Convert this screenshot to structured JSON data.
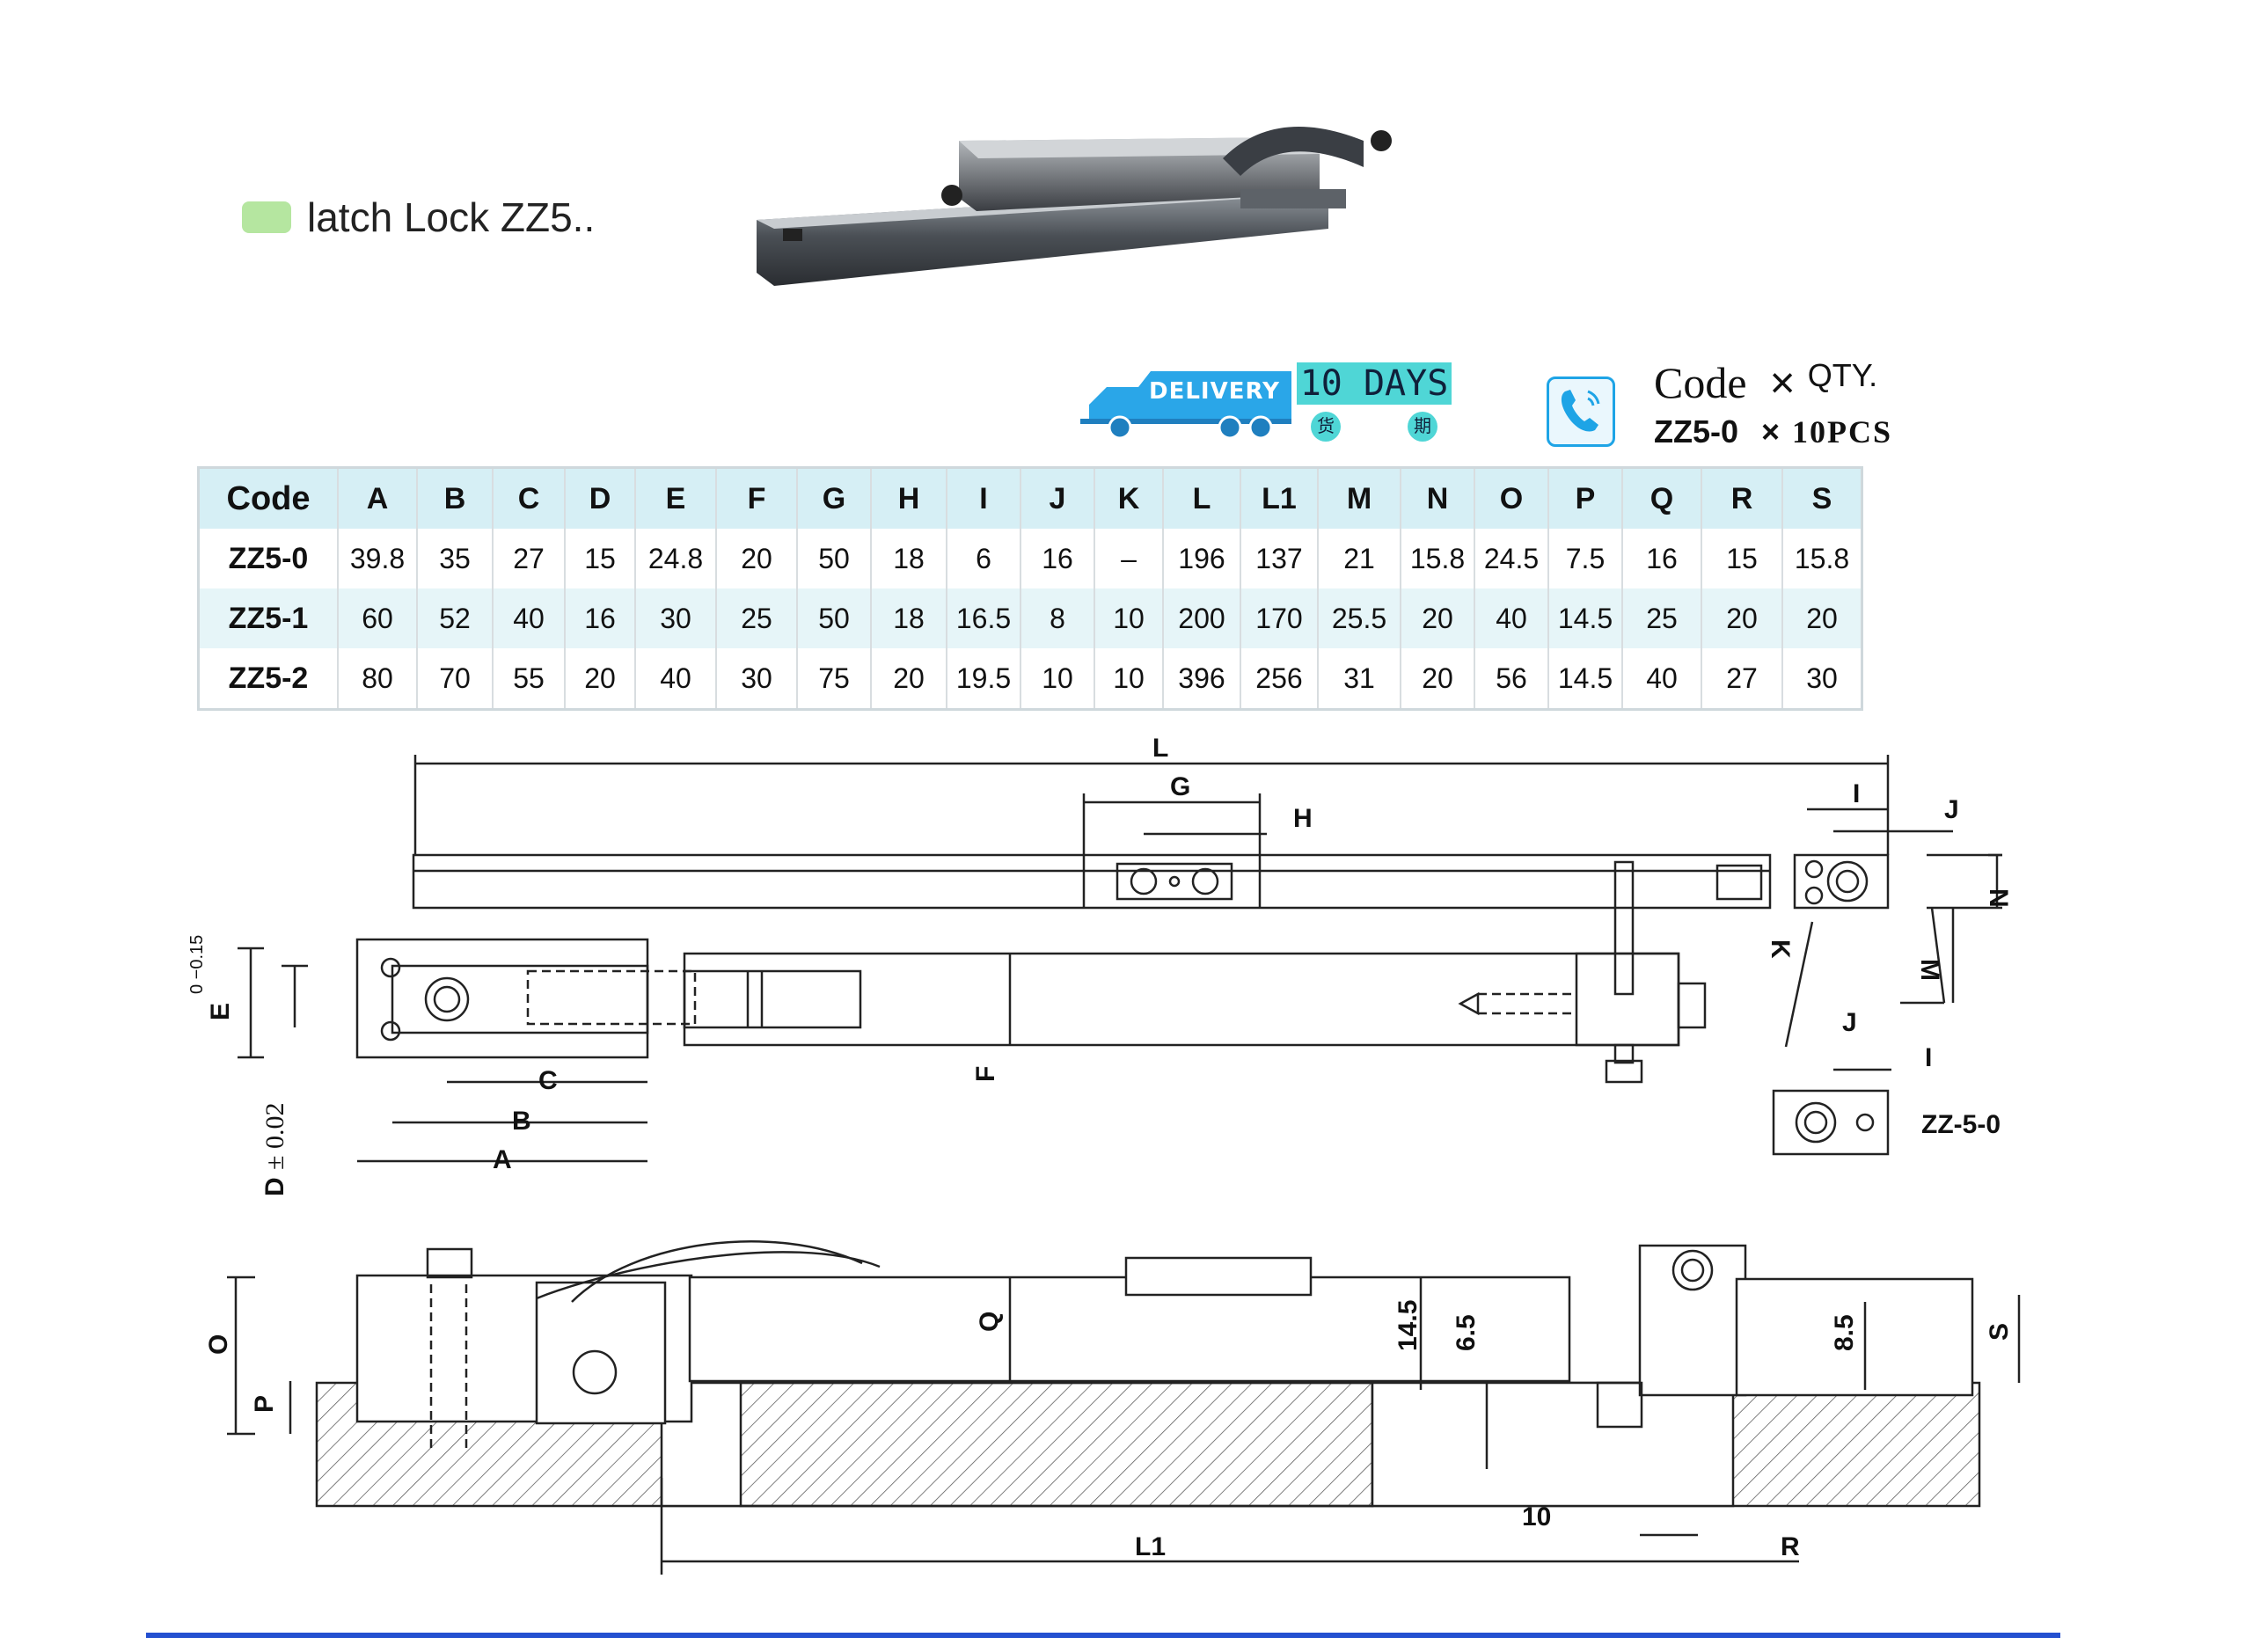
{
  "header": {
    "title": "latch Lock ZZ5..",
    "swatch_color": "#b5e6a0"
  },
  "delivery": {
    "truck_label": "DELIVERY",
    "days": "10 DAYS",
    "cn_1": "货",
    "cn_2": "期"
  },
  "order": {
    "code_label": "Code",
    "times1": "×",
    "qty_label": "QTY.",
    "code_value": "ZZ5-0",
    "times2": "×",
    "qty_value": "10PCS"
  },
  "table": {
    "headers": [
      "Code",
      "A",
      "B",
      "C",
      "D",
      "E",
      "F",
      "G",
      "H",
      "I",
      "J",
      "K",
      "L",
      "L1",
      "M",
      "N",
      "O",
      "P",
      "Q",
      "R",
      "S"
    ],
    "rows": [
      [
        "ZZ5-0",
        "39.8",
        "35",
        "27",
        "15",
        "24.8",
        "20",
        "50",
        "18",
        "6",
        "16",
        "–",
        "196",
        "137",
        "21",
        "15.8",
        "24.5",
        "7.5",
        "16",
        "15",
        "15.8"
      ],
      [
        "ZZ5-1",
        "60",
        "52",
        "40",
        "16",
        "30",
        "25",
        "50",
        "18",
        "16.5",
        "8",
        "10",
        "200",
        "170",
        "25.5",
        "20",
        "40",
        "14.5",
        "25",
        "20",
        "20"
      ],
      [
        "ZZ5-2",
        "80",
        "70",
        "55",
        "20",
        "40",
        "30",
        "75",
        "20",
        "19.5",
        "10",
        "10",
        "396",
        "256",
        "31",
        "20",
        "56",
        "14.5",
        "40",
        "27",
        "30"
      ]
    ]
  },
  "drawing": {
    "labels": {
      "L": "L",
      "G": "G",
      "H": "H",
      "I": "I",
      "J": "J",
      "N": "N",
      "M": "M",
      "K": "K",
      "E_tol": "0\n−0.15",
      "E": "E",
      "C": "C",
      "B": "B",
      "A": "A",
      "F": "F",
      "D": "D",
      "D_tol": "± 0.02",
      "detail": "ZZ-5-0",
      "O": "O",
      "P": "P",
      "Q": "Q",
      "dim_145": "14.5",
      "dim_65": "6.5",
      "dim_85": "8.5",
      "S": "S",
      "dim_10": "10",
      "L1": "L1",
      "R": "R"
    }
  },
  "colors": {
    "accent": "#2450d0",
    "table_header": "#d6eff5",
    "cyan": "#4fd6d6",
    "phone": "#1ea4e6"
  }
}
